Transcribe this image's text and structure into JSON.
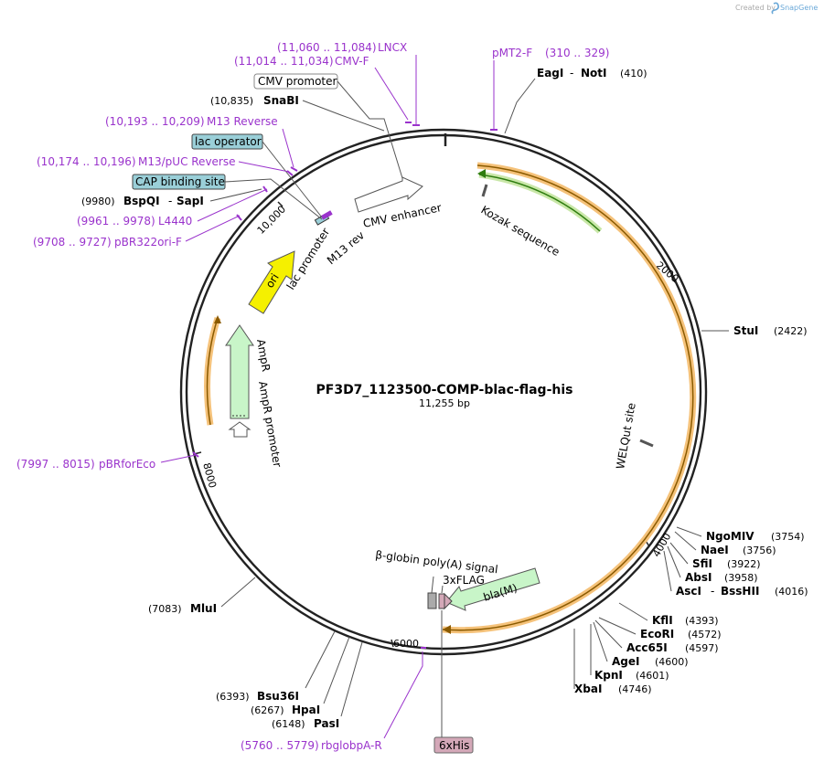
{
  "credit": {
    "prefix": "Created by",
    "brand": "SnapGene"
  },
  "title": "PF3D7_1123500-COMP-blac-flag-his",
  "subtitle": "11,255 bp",
  "ticks": {
    "t2000": "2000",
    "t4000": "4000",
    "t6000": "6000",
    "t8000": "8000",
    "t10000": "10,000"
  },
  "features": {
    "cmv_enhancer": "CMV enhancer",
    "kozak": "Kozak sequence",
    "lac_promoter": "lac promoter",
    "m13rev": "M13 rev",
    "ori": "ori",
    "ampr": "AmpR",
    "ampr_promoter": "AmpR promoter",
    "welqut": "WELQut site",
    "bglobin": "β-globin poly(A) signal",
    "flag": "3xFLAG",
    "bla": "bla(M)"
  },
  "boxed": {
    "cmv_promoter": "CMV promoter",
    "lac_operator": "lac operator",
    "cap_site": "CAP binding site",
    "his": "6xHis"
  },
  "primers": [
    {
      "range": "(11,060 .. 11,084)",
      "name": "LNCX"
    },
    {
      "range": "(11,014 .. 11,034)",
      "name": "CMV-F"
    },
    {
      "range": "(10,193 .. 10,209)",
      "name": "M13 Reverse"
    },
    {
      "range": "(10,174 .. 10,196)",
      "name": "M13/pUC Reverse"
    },
    {
      "range": "(9961 .. 9978)",
      "name": "L4440"
    },
    {
      "range": "(9708 .. 9727)",
      "name": "pBR322ori-F"
    },
    {
      "range": "(7997 .. 8015)",
      "name": "pBRforEco"
    },
    {
      "range": "(5760 .. 5779)",
      "name": "rbglobpA-R"
    },
    {
      "name": "pMT2-F",
      "range": "(310 .. 329)"
    }
  ],
  "sites": [
    {
      "name": "EagI",
      "sep": "-",
      "name2": "NotI",
      "pos": "(410)"
    },
    {
      "name": "StuI",
      "pos": "(2422)"
    },
    {
      "name": "NgoMIV",
      "pos": "(3754)"
    },
    {
      "name": "NaeI",
      "pos": "(3756)"
    },
    {
      "name": "SfiI",
      "pos": "(3922)"
    },
    {
      "name": "AbsI",
      "pos": "(3958)"
    },
    {
      "name": "AscI",
      "sep": "-",
      "name2": "BssHII",
      "pos": "(4016)"
    },
    {
      "name": "KflI",
      "pos": "(4393)"
    },
    {
      "name": "EcoRI",
      "pos": "(4572)"
    },
    {
      "name": "Acc65I",
      "pos": "(4597)"
    },
    {
      "name": "AgeI",
      "pos": "(4600)"
    },
    {
      "name": "KpnI",
      "pos": "(4601)"
    },
    {
      "name": "XbaI",
      "pos": "(4746)"
    },
    {
      "pos": "(10,835)",
      "name": "SnaBI"
    },
    {
      "pos": "(9980)",
      "name": "BspQI",
      "sep": "-",
      "name2": "SapI"
    },
    {
      "pos": "(7083)",
      "name": "MluI"
    },
    {
      "pos": "(6393)",
      "name": "Bsu36I"
    },
    {
      "pos": "(6267)",
      "name": "HpaI"
    },
    {
      "pos": "(6148)",
      "name": "PasI"
    }
  ],
  "colors": {
    "primer": "#9a33cc",
    "orf": "#f5c27a",
    "kozak": "#6ab04c",
    "promoter": "#ffffff",
    "origin": "#f5f000",
    "marker": "#c8f5c8",
    "tag": "#d4a8b8",
    "regulatory": "#8fbfcf"
  }
}
